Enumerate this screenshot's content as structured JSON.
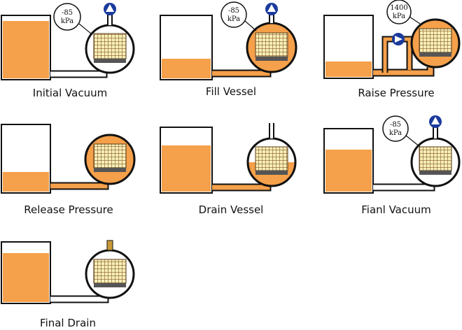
{
  "colors": {
    "liquid": "#f5a04a",
    "outline": "#111111",
    "pipe": "#ffffff",
    "basket_bg": "#f6efb7",
    "basket_grid": "#8a5a2a",
    "basket_cap": "#555555",
    "gauge_blue": "#1a3a9c",
    "valve_fill": "#c89a36"
  },
  "steps": [
    {
      "title": "Initial Vacuum",
      "gauge": "-85 kPa"
    },
    {
      "title": "Fill Vessel",
      "gauge": "-85 kPa"
    },
    {
      "title": "Raise Pressure",
      "gauge": "1400 kPa"
    },
    {
      "title": "Release Pressure",
      "gauge": ""
    },
    {
      "title": "Drain Vessel",
      "gauge": ""
    },
    {
      "title": "Fianl Vacuum",
      "gauge": "-85 kPa"
    },
    {
      "title": "Final Drain",
      "gauge": ""
    }
  ]
}
